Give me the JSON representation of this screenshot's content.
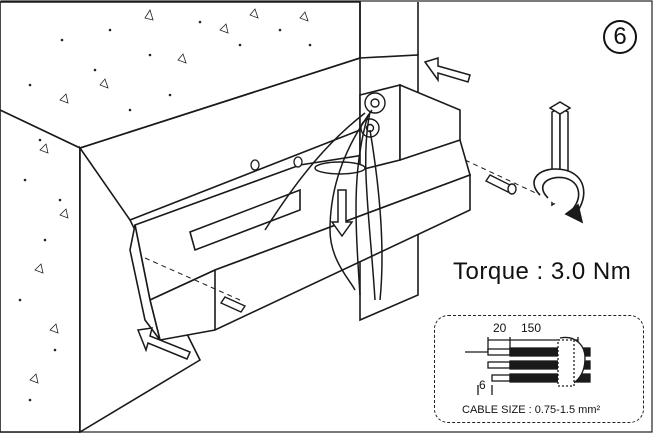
{
  "step_number": "6",
  "torque_label": "Torque : 3.0 Nm",
  "inset": {
    "dim_strip": "20",
    "dim_sheath": "150",
    "dim_end": "6",
    "cable_size": "CABLE SIZE : 0.75-1.5 mm²"
  },
  "colors": {
    "line": "#1a1a1a",
    "background": "#ffffff",
    "stone": "#ffffff"
  },
  "icons": [
    "arrow-icon",
    "hex-key-icon",
    "rotation-arrow-icon",
    "screw-icon"
  ]
}
